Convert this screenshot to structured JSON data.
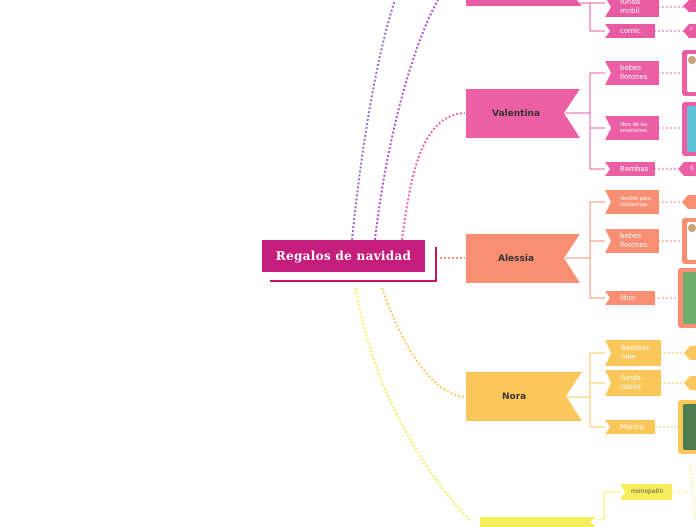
{
  "root": {
    "label": "Regalos de navidad"
  },
  "people": [
    {
      "id": "valentina",
      "name": "Valentina",
      "color": "#ec5fa5"
    },
    {
      "id": "alessia",
      "name": "Alessia",
      "color": "#f98e72"
    },
    {
      "id": "nora",
      "name": "Nora",
      "color": "#fcc75a"
    }
  ],
  "gifts": {
    "top": [
      {
        "label": "funda mobil",
        "color": "#e85aa2"
      },
      {
        "label": "comic",
        "color": "#e85aa2"
      }
    ],
    "valentina": [
      {
        "label": "bebes llorones",
        "color": "#ec5fa5"
      },
      {
        "label": "libro de las emociones",
        "color": "#ec5fa5"
      },
      {
        "label": "Bambas",
        "color": "#ec5fa5"
      }
    ],
    "alessia": [
      {
        "label": "Vestido para nochevieja",
        "color": "#f98e72"
      },
      {
        "label": "bebes llorones",
        "color": "#f98e72"
      },
      {
        "label": "libro",
        "color": "#f98e72"
      }
    ],
    "nora": [
      {
        "label": "Bambas nike",
        "color": "#fcc75a"
      },
      {
        "label": "funda tablet",
        "color": "#fcc75a"
      },
      {
        "label": "Marina",
        "color": "#fcc75a"
      }
    ],
    "bottom": [
      {
        "label": "monopatín",
        "color": "#f5ee5a"
      }
    ]
  },
  "edge_labels": {
    "comic_right": "c",
    "bambas_right": "S"
  },
  "colors": {
    "root": "#c41d7c",
    "branch_purple": "#8e6bc9",
    "branch_pink": "#ec5fa5",
    "branch_salmon": "#f98e72",
    "branch_yellow": "#fcc75a",
    "branch_lemon": "#f5ee5a"
  }
}
